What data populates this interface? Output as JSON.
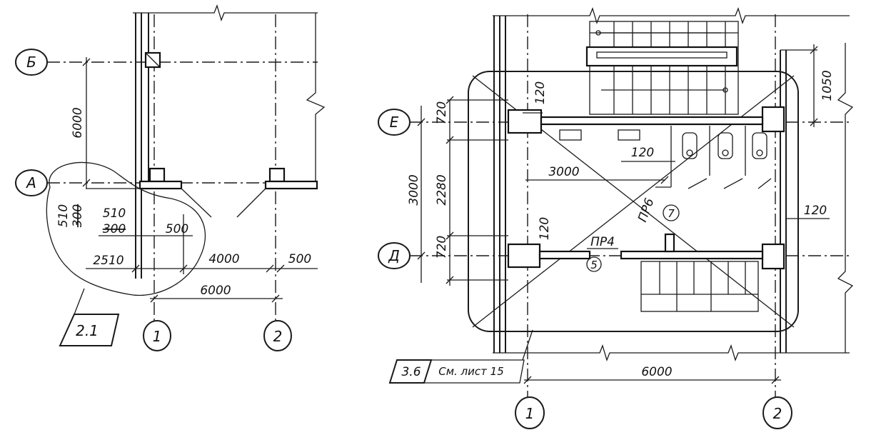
{
  "fragment_left": {
    "axis_labels": {
      "top": "Б",
      "mid": "А",
      "col1": "1",
      "col2": "2"
    },
    "dims": {
      "v6000": "6000",
      "v510": "510",
      "v300": "300",
      "h510": "510",
      "h300": "300",
      "h500": "500",
      "h2510": "2510",
      "h4000": "4000",
      "h500b": "500",
      "h6000": "6000"
    },
    "callout": "2.1"
  },
  "fragment_right": {
    "axis_labels": {
      "top": "Е",
      "mid": "Д",
      "col1": "1",
      "col2": "2"
    },
    "dims": {
      "v720a": "720",
      "v120a": "120",
      "v3000": "3000",
      "v2280": "2280",
      "v720b": "720",
      "v120b": "120",
      "v1050": "1050",
      "h120": "120",
      "h3000": "3000",
      "h120r": "120",
      "h6000": "6000"
    },
    "marks": {
      "pr4": "ПР4",
      "pr6": "ПР6",
      "n5": "5",
      "n7": "7"
    },
    "callout": "3.6",
    "note": "См. лист 15"
  }
}
